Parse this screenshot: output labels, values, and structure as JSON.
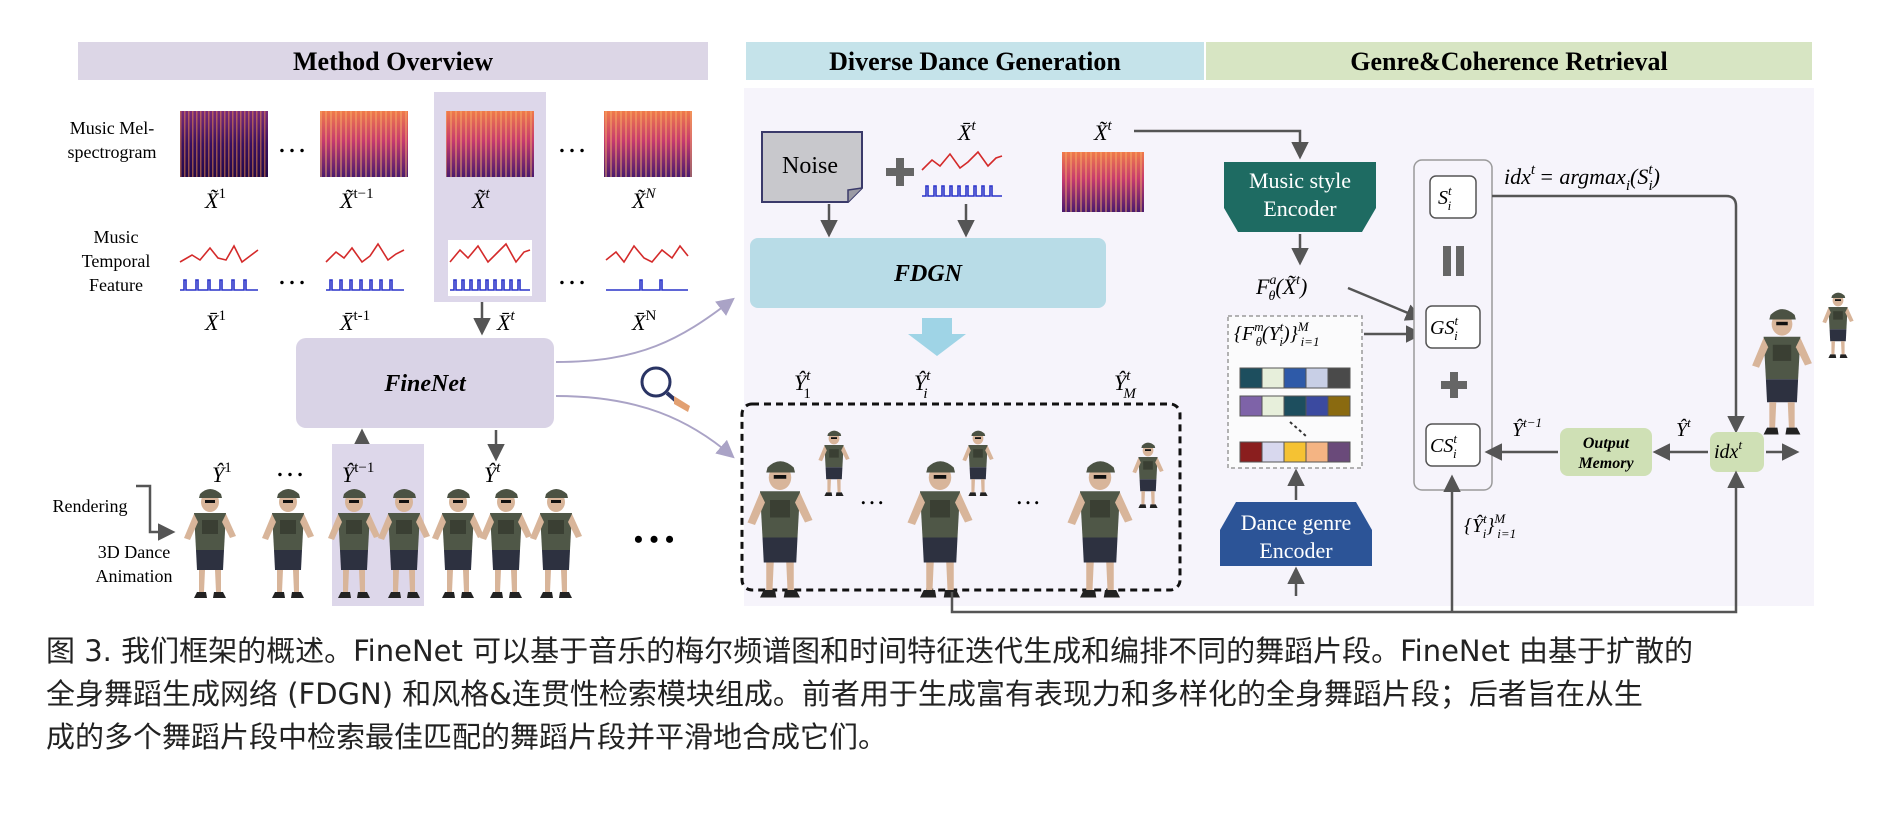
{
  "headers": {
    "method_overview": "Method Overview",
    "diverse_dance": "Diverse Dance Generation",
    "genre_coherence": "Genre&Coherence Retrieval"
  },
  "left": {
    "mel_label": [
      "Music Mel-",
      "spectrogram"
    ],
    "temporal_label": [
      "Music",
      "Temporal",
      "Feature"
    ],
    "xtilde": [
      "X̃",
      "X̃",
      "X̃",
      "X̃"
    ],
    "xtilde_sup": [
      "1",
      "t−1",
      "t",
      "N"
    ],
    "xbar": [
      "X̄",
      "X̄",
      "X̄",
      "X̄"
    ],
    "xbar_sup": [
      "1",
      "t-1",
      "t",
      "N"
    ],
    "finenet": "FineNet",
    "yhat_labels": [
      "Ŷ",
      "Ŷ",
      "Ŷ"
    ],
    "yhat_sup": [
      "1",
      "t−1",
      "t"
    ],
    "rendering": "Rendering",
    "anim_label": [
      "3D Dance",
      "Animation"
    ],
    "ellipsis": "…",
    "big_dots": "• • •"
  },
  "middle": {
    "noise": "Noise",
    "fdgn": "FDGN",
    "xbar_t": "X̄",
    "xtilde_t": "X̃",
    "sup_t": "t",
    "y_labels": [
      "Ŷ",
      "Ŷ",
      "Ŷ"
    ],
    "y_subs": [
      "1",
      "i",
      "M"
    ],
    "dots": "…"
  },
  "right": {
    "music_encoder": [
      "Music style",
      "Encoder"
    ],
    "dance_encoder": [
      "Dance genre",
      "Encoder"
    ],
    "f_a": "F",
    "f_a_sup": "a",
    "f_a_arg": "(X̃",
    "f_m": "{F",
    "f_m_sup": "m",
    "f_m_arg": "(Y",
    "f_m_tail": "}",
    "s": "S",
    "gs": "GS",
    "cs": "CS",
    "idx": "idx",
    "argmax_lhs": "idx",
    "argmax_rhs": "= argmax",
    "output_memory": [
      "Output",
      "Memory"
    ],
    "y_prev": "Ŷ",
    "y_prev_sup": "t−1",
    "y_cur": "Ŷ",
    "y_set": "{Ŷ",
    "plus": "+",
    "sym_i": "i",
    "sym_t": "t",
    "sym_theta": "θ",
    "sym_M": "M",
    "sym_i1": "i=1",
    "paren_close": ")"
  },
  "caption": {
    "line1": "图 3. 我们框架的概述。FineNet 可以基于音乐的梅尔频谱图和时间特征迭代生成和编排不同的舞蹈片段。FineNet 由基于扩散的",
    "line2": "全身舞蹈生成网络 (FDGN) 和风格&连贯性检索模块组成。前者用于生成富有表现力和多样化的全身舞蹈片段；后者旨在从生",
    "line3": "成的多个舞蹈片段中检索最佳匹配的舞蹈片段并平滑地合成它们。"
  },
  "colors": {
    "method_header": "#dcd6e6",
    "diverse_header": "#c5e3ea",
    "genre_header": "#d7e5c3",
    "finenet_box": "#d9d3e6",
    "fdgn_box": "#b8dce7",
    "music_encoder": "#1e6b62",
    "dance_encoder": "#2c5497",
    "output_memory": "#cfe0b5",
    "red_wave": "#d42a2a",
    "blue_pulse": "#2a33c9"
  }
}
